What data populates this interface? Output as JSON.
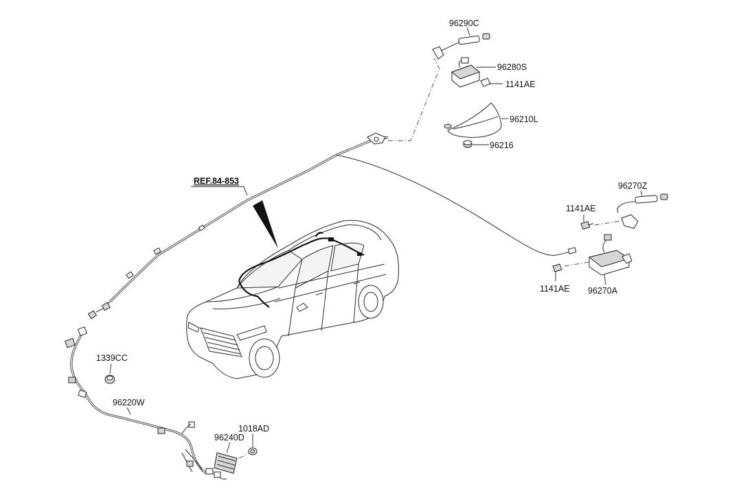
{
  "labels": {
    "p96290C": "96290C",
    "p96280S": "96280S",
    "p1141AE_top": "1141AE",
    "p96210L": "96210L",
    "p96216": "96216",
    "ref": "REF.84-853",
    "p96270Z": "96270Z",
    "p1141AE_mid": "1141AE",
    "p1141AE_low": "1141AE",
    "p96270A": "96270A",
    "p1339CC": "1339CC",
    "p96220W": "96220W",
    "p1018AD": "1018AD",
    "p96240D": "96240D"
  },
  "colors": {
    "line": "#222222",
    "part_shade": "#d6d6d6",
    "background": "#ffffff"
  }
}
